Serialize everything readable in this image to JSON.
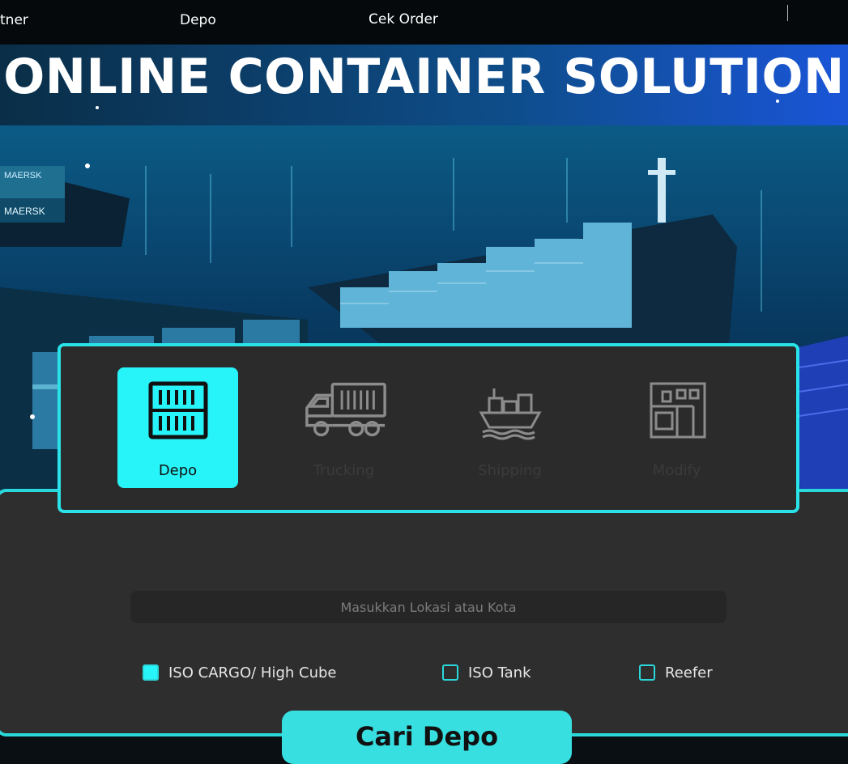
{
  "nav": {
    "items": [
      {
        "label": "tner"
      },
      {
        "label": "Depo"
      },
      {
        "label": "Cek Order"
      }
    ]
  },
  "hero": {
    "title": "ONLINE CONTAINER SOLUTION",
    "ship_texts": [
      "MAERSK",
      "MAERSK"
    ]
  },
  "services": {
    "tabs": [
      {
        "label": "Depo",
        "icon": "container-icon",
        "active": true
      },
      {
        "label": "Trucking",
        "icon": "truck-icon",
        "active": false
      },
      {
        "label": "Shipping",
        "icon": "ship-icon",
        "active": false
      },
      {
        "label": "Modify",
        "icon": "modify-container-icon",
        "active": false
      }
    ]
  },
  "search": {
    "placeholder": "Masukkan Lokasi atau Kota",
    "value": "",
    "filters": [
      {
        "label": "ISO CARGO/ High Cube",
        "checked": true
      },
      {
        "label": "ISO Tank",
        "checked": false
      },
      {
        "label": "Reefer",
        "checked": false
      }
    ],
    "submit_label": "Cari Depo"
  },
  "colors": {
    "accent": "#27f4f8",
    "border": "#2ad8db",
    "button": "#38dfe0",
    "card_bg": "#2b2b2b",
    "nav_bg": "#05090c"
  }
}
